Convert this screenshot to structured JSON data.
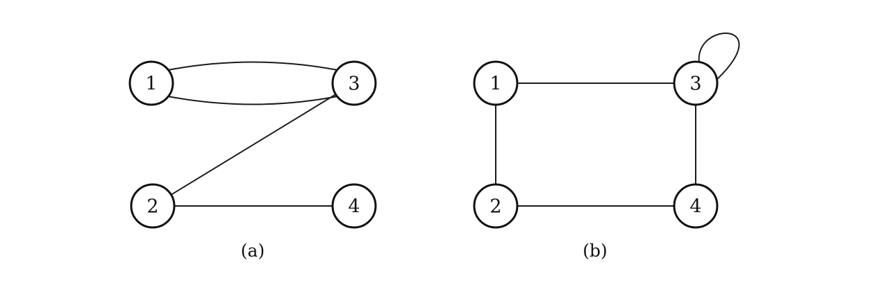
{
  "graphs": [
    {
      "caption": "(a)",
      "nodes": [
        {
          "id": "1",
          "label": "1"
        },
        {
          "id": "2",
          "label": "2"
        },
        {
          "id": "3",
          "label": "3"
        },
        {
          "id": "4",
          "label": "4"
        }
      ],
      "edges": [
        {
          "from": "1",
          "to": "3",
          "kind": "arc-up"
        },
        {
          "from": "1",
          "to": "3",
          "kind": "arc-down"
        },
        {
          "from": "2",
          "to": "3",
          "kind": "straight"
        },
        {
          "from": "2",
          "to": "4",
          "kind": "straight"
        }
      ]
    },
    {
      "caption": "(b)",
      "nodes": [
        {
          "id": "1",
          "label": "1"
        },
        {
          "id": "2",
          "label": "2"
        },
        {
          "id": "3",
          "label": "3"
        },
        {
          "id": "4",
          "label": "4"
        }
      ],
      "edges": [
        {
          "from": "1",
          "to": "3",
          "kind": "straight"
        },
        {
          "from": "1",
          "to": "2",
          "kind": "straight"
        },
        {
          "from": "3",
          "to": "4",
          "kind": "straight"
        },
        {
          "from": "2",
          "to": "4",
          "kind": "straight"
        },
        {
          "from": "3",
          "to": "3",
          "kind": "self-loop"
        }
      ]
    }
  ]
}
